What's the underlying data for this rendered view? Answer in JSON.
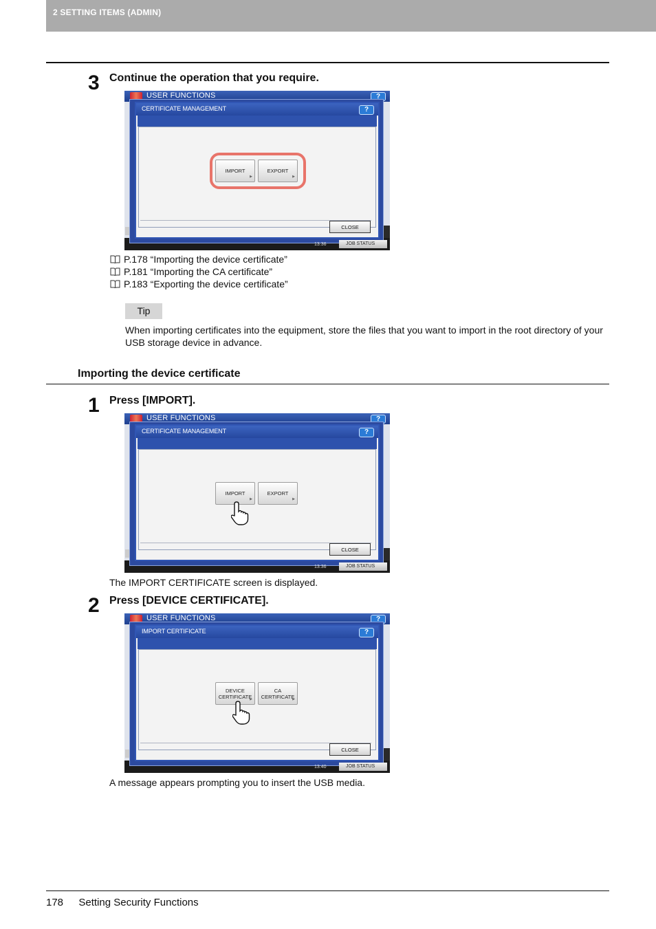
{
  "header": {
    "label": "2 SETTING ITEMS (ADMIN)"
  },
  "step3": {
    "number": "3",
    "title": "Continue the operation that you require.",
    "screen": {
      "app_title": "USER FUNCTIONS",
      "dialog_title": "CERTIFICATE MANAGEMENT",
      "help": "?",
      "buttons": [
        "IMPORT",
        "EXPORT"
      ],
      "close": "CLOSE",
      "job_status": "JOB STATUS",
      "time": "13:36"
    },
    "refs": [
      "P.178 “Importing the device certificate”",
      "P.181 “Importing the CA certificate”",
      "P.183 “Exporting the device certificate”"
    ]
  },
  "tip": {
    "label": "Tip",
    "text": "When importing certificates into the equipment, store the files that you want to import in the root directory of your USB storage device in advance."
  },
  "section": {
    "title": "Importing the device certificate"
  },
  "step1": {
    "number": "1",
    "title": "Press [IMPORT].",
    "screen": {
      "app_title": "USER FUNCTIONS",
      "dialog_title": "CERTIFICATE MANAGEMENT",
      "help": "?",
      "buttons": [
        "IMPORT",
        "EXPORT"
      ],
      "close": "CLOSE",
      "job_status": "JOB STATUS",
      "time": "13:36"
    },
    "result": "The IMPORT CERTIFICATE screen is displayed."
  },
  "step2": {
    "number": "2",
    "title": "Press [DEVICE CERTIFICATE].",
    "screen": {
      "app_title": "USER FUNCTIONS",
      "dialog_title": "IMPORT CERTIFICATE",
      "help": "?",
      "buttons": [
        "DEVICE\nCERTIFICATE",
        "CA\nCERTIFICATE"
      ],
      "close": "CLOSE",
      "job_status": "JOB STATUS",
      "time": "13:40"
    },
    "result": "A message appears prompting you to insert the USB media."
  },
  "footer": {
    "page": "178",
    "title": "Setting Security Functions"
  }
}
